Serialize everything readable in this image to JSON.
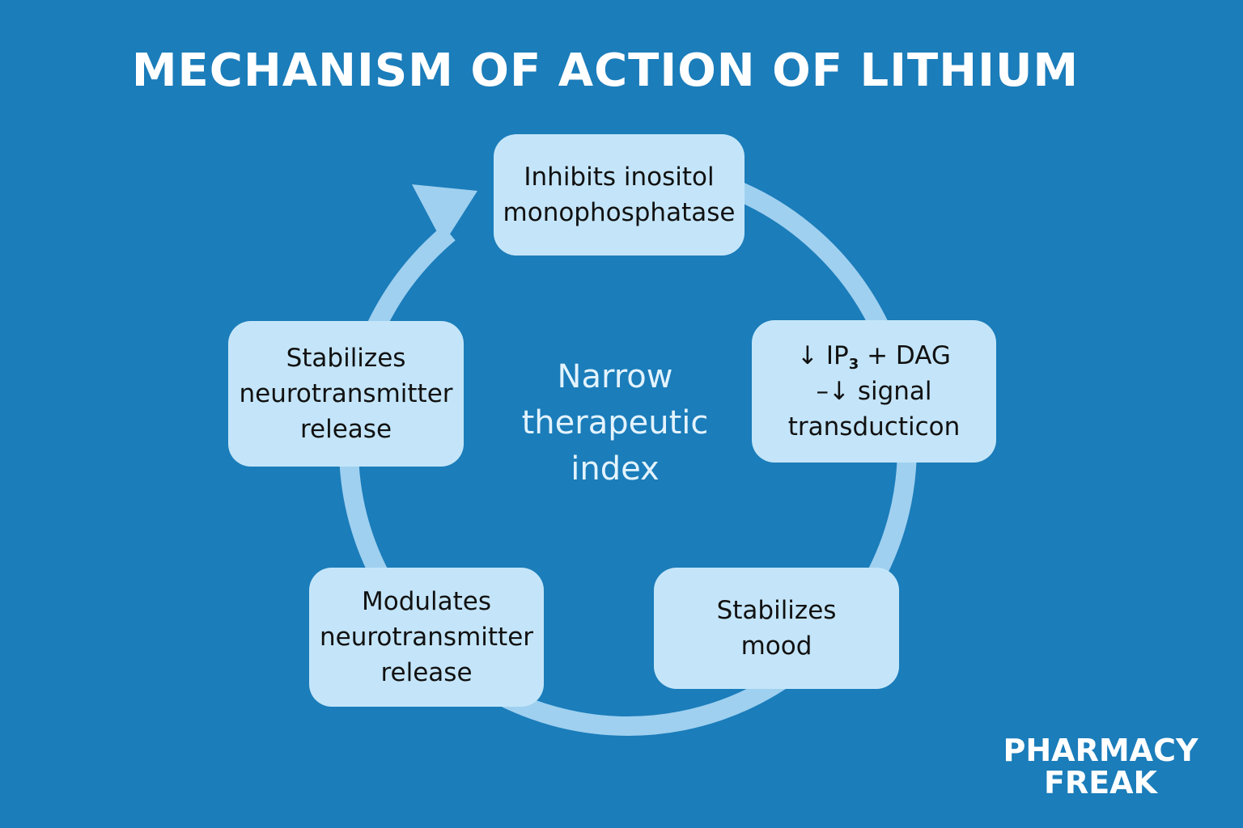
{
  "title": "MECHANISM OF ACTION OF LITHIUM",
  "center": {
    "lines": [
      "Narrow",
      "therapeutic",
      "index"
    ]
  },
  "nodes": {
    "inhibits": {
      "lines": [
        "Inhibits inositol",
        "monophosphatase"
      ]
    },
    "ip3": {
      "line1_arrow": "↓ IP",
      "line1_sub": "3",
      "line1_rest": " + DAG",
      "line2": "–↓ signal",
      "line3": "transducticon"
    },
    "mood": {
      "lines": [
        "Stabilizes",
        "mood"
      ]
    },
    "modulates": {
      "lines": [
        "Modulates",
        "neurotransmitter",
        "release"
      ]
    },
    "stabilizes_release": {
      "lines": [
        "Stabilizes",
        "neurotransmitter",
        "release"
      ]
    }
  },
  "brand": {
    "line1": "PHARMACY",
    "line2": "FREAK"
  },
  "colors": {
    "background": "#1b7dba",
    "node_fill": "#c4e5f9",
    "cycle_stroke": "#9fd0f0",
    "title": "#ffffff"
  }
}
